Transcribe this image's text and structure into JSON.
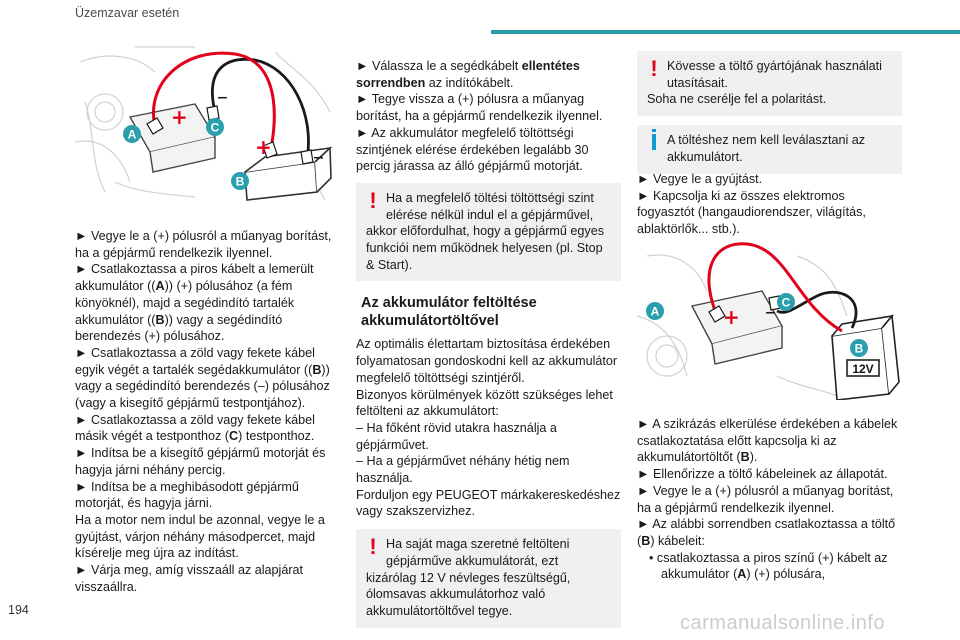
{
  "header": {
    "section": "Üzemzavar esetén"
  },
  "footer": {
    "page_number": "194"
  },
  "watermark": "carmanualsonline.info",
  "figures": {
    "fig1": {
      "label_a": "A",
      "label_b": "B",
      "label_c": "C",
      "plus": "+",
      "minus": "–"
    },
    "fig2": {
      "label_a": "A",
      "label_b": "B",
      "label_c": "C",
      "plus": "+",
      "minus": "–",
      "voltage": "12V"
    }
  },
  "col1": {
    "l1": "► Vegye le a (+) pólusról a műanyag borítást, ha a gépjármű rendelkezik ilyennel.",
    "l2a": "► Csatlakoztassa a piros kábelt a lemerült akkumulátor ((",
    "l2b": "A",
    "l2c": ")) (+) pólusához (a fém könyöknél), majd a segédindító tartalék akkumulátor ((",
    "l2d": "B",
    "l2e": ")) vagy a segédindító berendezés (+) pólusához.",
    "l3a": "► Csatlakoztassa a zöld vagy fekete kábel egyik végét a tartalék segédakkumulátor ((",
    "l3b": "B",
    "l3c": ")) vagy a segédindító berendezés (–) pólusához (vagy a kisegítő gépjármű testpontjához).",
    "l4a": "► Csatlakoztassa a zöld vagy fekete kábel másik végét a testponthoz (",
    "l4b": "C",
    "l4c": ") testponthoz.",
    "l5": "► Indítsa be a kisegítő gépjármű motorját és hagyja járni néhány percig.",
    "l6": "► Indítsa be a meghibásodott gépjármű motorját, és hagyja járni.",
    "l7": "Ha a motor nem indul be azonnal, vegye le a gyújtást, várjon néhány másodpercet, majd kísérelje meg újra az indítást.",
    "l8": "► Várja meg, amíg visszaáll az alapjárat visszaállra."
  },
  "col2": {
    "p1a": "► Válassza le a segédkábelt ",
    "p1b": "ellentétes sorrendben",
    "p1c": " az indítókábelt.",
    "p2": "► Tegye vissza a (+) pólusra a műanyag borítást, ha a gépjármű rendelkezik ilyennel.",
    "p3": "► Az akkumulátor megfelelő töltöttségi szintjének elérése érdekében legalább 30 percig járassa az álló gépjármű motorját.",
    "warn1": "Ha a megfelelő töltési töltöttségi szint elérése nélkül indul el a gépjárművel, akkor előfordulhat, hogy a gépjármű egyes funkciói nem működnek helyesen (pl. Stop & Start).",
    "title": "Az akkumulátor feltöltése akkumulátortöltővel",
    "p4": "Az optimális élettartam biztosítása érdekében folyamatosan gondoskodni kell az akkumulátor megfelelő töltöttségi szintjéről.",
    "p5": "Bizonyos körülmények között szükséges lehet feltölteni az akkumulátort:",
    "p6": "– Ha főként rövid utakra használja a gépjárművet.",
    "p7": "– Ha a gépjárművet néhány hétig nem használja.",
    "p8": "Forduljon egy PEUGEOT márkakereskedéshez vagy szakszervizhez.",
    "warn2": "Ha saját maga szeretné feltölteni gépjárműve akkumulátorát, ezt kizárólag 12 V névleges feszültségű, ólomsavas akkumulátorhoz való akkumulátortöltővel tegye."
  },
  "col3": {
    "warn3a": "Kövesse a töltő gyártójának használati utasításait.",
    "warn3b": "Soha ne cserélje fel a polaritást.",
    "info1": "A töltéshez nem kell leválasztani az akkumulátort.",
    "p1": "► Vegye le a gyújtást.",
    "p2": "► Kapcsolja ki az összes elektromos fogyasztót (hangaudiorendszer, világítás, ablaktörlők... stb.).",
    "p3a": "► A szikrázás elkerülése érdekében a kábelek csatlakoztatása előtt kapcsolja ki az akkumulátortöltőt (",
    "p3b": "B",
    "p3c": ").",
    "p4": "► Ellenőrizze a töltő kábeleinek az állapotát.",
    "p5": "► Vegye le a (+) pólusról a műanyag borítást, ha a gépjármű rendelkezik ilyennel.",
    "p6a": "► Az alábbi sorrendben csatlakoztassa a töltő (",
    "p6b": "B",
    "p6c": ") kábeleit:",
    "p7a": "• csatlakoztassa a piros színű (+) kábelt az akkumulátor (",
    "p7b": "A",
    "p7c": ") (+) pólusára,"
  },
  "colors": {
    "accent": "#2a9aa4",
    "warning": "#e3001b",
    "info": "#0e9ccf",
    "label_badge": "#2aa0ad",
    "cable_red": "#e3001b",
    "cable_black": "#1a1a1a"
  }
}
